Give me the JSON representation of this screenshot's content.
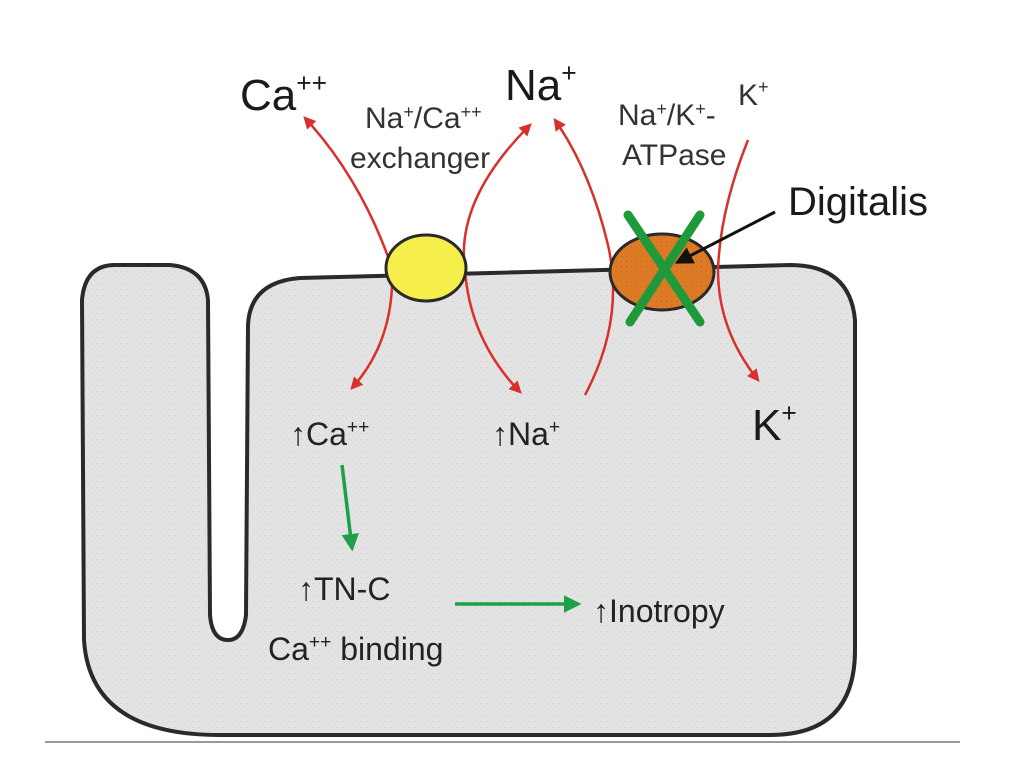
{
  "colors": {
    "cell_fill": "#e3e3e3",
    "cell_stroke": "#2a2a2a",
    "arrow_red": "#d8302b",
    "arrow_green": "#1ea04b",
    "exchanger_fill": "#f6ee4a",
    "pump_fill": "#dd7a26",
    "x_mark": "#1f9a3b",
    "text": "#1a1a1a"
  },
  "labels": {
    "ca_out": {
      "base": "Ca",
      "sup": "++"
    },
    "na_out": {
      "base": "Na",
      "sup": "+"
    },
    "k_out": {
      "base": "K",
      "sup": "+"
    },
    "exchanger_line1": {
      "base": "Na",
      "sup1": "+",
      "mid": "/Ca",
      "sup2": "++"
    },
    "exchanger_line2": "exchanger",
    "pump_line1": {
      "base": "Na",
      "sup1": "+",
      "mid": "/K",
      "sup2": "+",
      "tail": "-"
    },
    "pump_line2": "ATPase",
    "digitalis": "Digitalis",
    "ca_in": {
      "arrow": "↑",
      "base": "Ca",
      "sup": "++"
    },
    "na_in": {
      "arrow": "↑",
      "base": "Na",
      "sup": "+"
    },
    "k_in": {
      "base": "K",
      "sup": "+"
    },
    "tnc_line1": {
      "arrow": "↑",
      "text": "TN-C"
    },
    "tnc_line2": {
      "base": "Ca",
      "sup": "++",
      "tail": " binding"
    },
    "inotropy": {
      "arrow": "↑",
      "text": "Inotropy"
    }
  },
  "icons": {
    "exchanger": "yellow-oval-transporter",
    "pump": "orange-oval-pump",
    "block": "green-x-mark"
  }
}
